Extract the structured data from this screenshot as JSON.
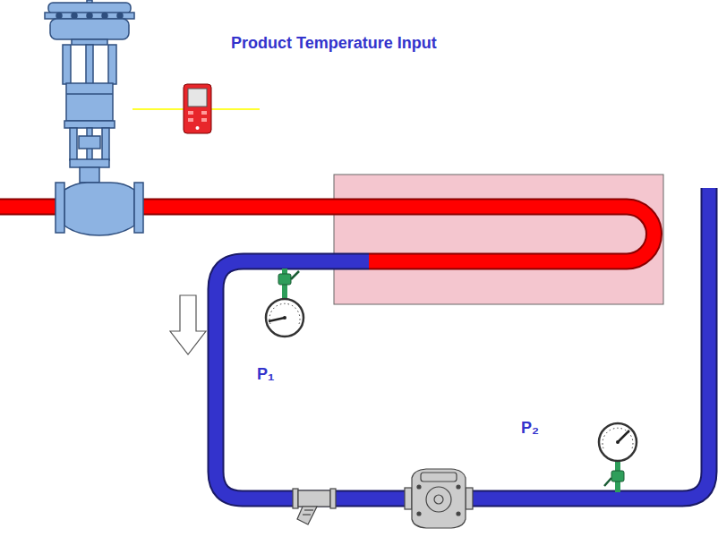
{
  "diagram": {
    "labels": [
      "Product Temperature Input",
      "P₁",
      "P₂"
    ]
  }
}
